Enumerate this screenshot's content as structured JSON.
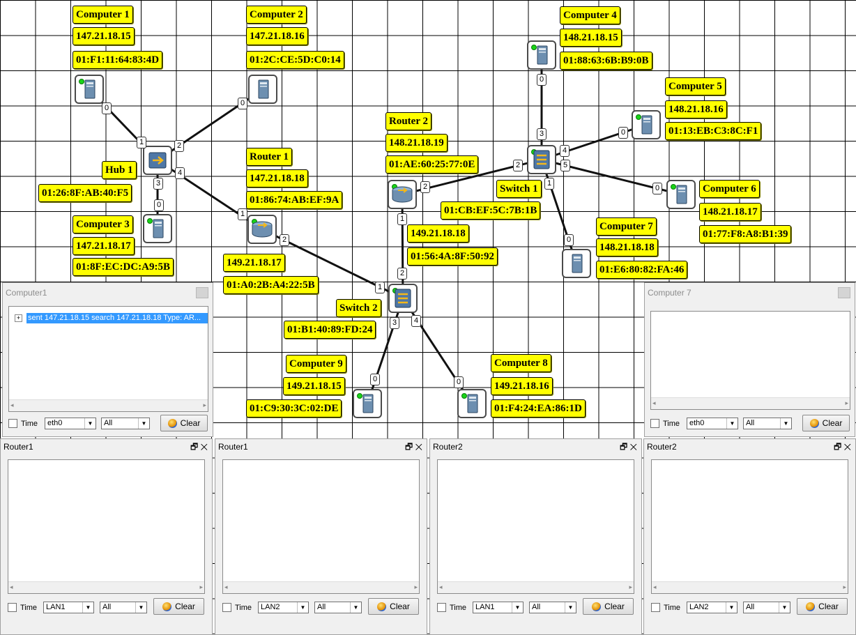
{
  "devices": {
    "computer1": {
      "name": "Computer 1",
      "ip": "147.21.18.15",
      "mac": "01:F1:11:64:83:4D",
      "port": "0"
    },
    "computer2": {
      "name": "Computer 2",
      "ip": "147.21.18.16",
      "mac": "01:2C:CE:5D:C0:14",
      "port": "0"
    },
    "computer3": {
      "name": "Computer 3",
      "ip": "147.21.18.17",
      "mac": "01:8F:EC:DC:A9:5B",
      "port": "0"
    },
    "computer4": {
      "name": "Computer 4",
      "ip": "148.21.18.15",
      "mac": "01:88:63:6B:B9:0B",
      "port": "0"
    },
    "computer5": {
      "name": "Computer 5",
      "ip": "148.21.18.16",
      "mac": "01:13:EB:C3:8C:F1",
      "port": "0"
    },
    "computer6": {
      "name": "Computer 6",
      "ip": "148.21.18.17",
      "mac": "01:77:F8:A8:B1:39",
      "port": "0"
    },
    "computer7": {
      "name": "Computer 7",
      "ip": "148.21.18.18",
      "mac": "01:E6:80:82:FA:46",
      "port": "0"
    },
    "computer8": {
      "name": "Computer 8",
      "ip": "149.21.18.16",
      "mac": "01:F4:24:EA:86:1D",
      "port": "0"
    },
    "computer9": {
      "name": "Computer 9",
      "ip": "149.21.18.15",
      "mac": "01:C9:30:3C:02:DE",
      "port": "0"
    },
    "hub1": {
      "name": "Hub 1",
      "mac": "01:26:8F:AB:40:F5",
      "ports": [
        "1",
        "2",
        "3",
        "4"
      ]
    },
    "router1": {
      "name": "Router 1",
      "ip1": "147.21.18.18",
      "mac1": "01:86:74:AB:EF:9A",
      "ip2": "149.21.18.17",
      "mac2": "01:A0:2B:A4:22:5B",
      "ports": [
        "1",
        "2"
      ]
    },
    "router2": {
      "name": "Router 2",
      "ip1": "148.21.18.19",
      "mac1": "01:AE:60:25:77:0E",
      "ip2": "149.21.18.18",
      "mac2": "01:56:4A:8F:50:92",
      "ports": [
        "1",
        "2"
      ]
    },
    "switch1": {
      "name": "Switch 1",
      "mac": "01:CB:EF:5C:7B:1B",
      "ports": [
        "1",
        "2",
        "3",
        "4",
        "5"
      ]
    },
    "switch2": {
      "name": "Switch 2",
      "mac": "01:B1:40:89:FD:24",
      "ports": [
        "1",
        "2",
        "3",
        "4"
      ]
    }
  },
  "panels": {
    "computer1": {
      "title": "Computer1",
      "log": [
        "sent 147.21.18.15 search 147.21.18.18 Type: AR..."
      ],
      "time_label": "Time",
      "iface": "eth0",
      "filter": "All",
      "clear_label": "Clear",
      "expand": "+"
    },
    "computer7": {
      "title": "Computer 7",
      "time_label": "Time",
      "iface": "eth0",
      "filter": "All",
      "clear_label": "Clear"
    },
    "router1a": {
      "title": "Router1",
      "time_label": "Time",
      "iface": "LAN1",
      "filter": "All",
      "clear_label": "Clear"
    },
    "router1b": {
      "title": "Router1",
      "time_label": "Time",
      "iface": "LAN2",
      "filter": "All",
      "clear_label": "Clear"
    },
    "router2a": {
      "title": "Router2",
      "time_label": "Time",
      "iface": "LAN1",
      "filter": "All",
      "clear_label": "Clear"
    },
    "router2b": {
      "title": "Router2",
      "time_label": "Time",
      "iface": "LAN2",
      "filter": "All",
      "clear_label": "Clear"
    }
  },
  "glyphs": {
    "restore": "🗗",
    "close": "✕",
    "arrow_down": "▼",
    "arrow_left": "◂",
    "arrow_right": "▸"
  },
  "icons": {
    "computer": "computer-tower-icon",
    "hub": "hub-icon",
    "switch": "switch-icon",
    "router": "router-icon",
    "clear": "clear-icon"
  },
  "colors": {
    "label_bg": "#ffff00",
    "link": "#000000",
    "status_led": "#19d419",
    "selection": "#3399ff"
  }
}
